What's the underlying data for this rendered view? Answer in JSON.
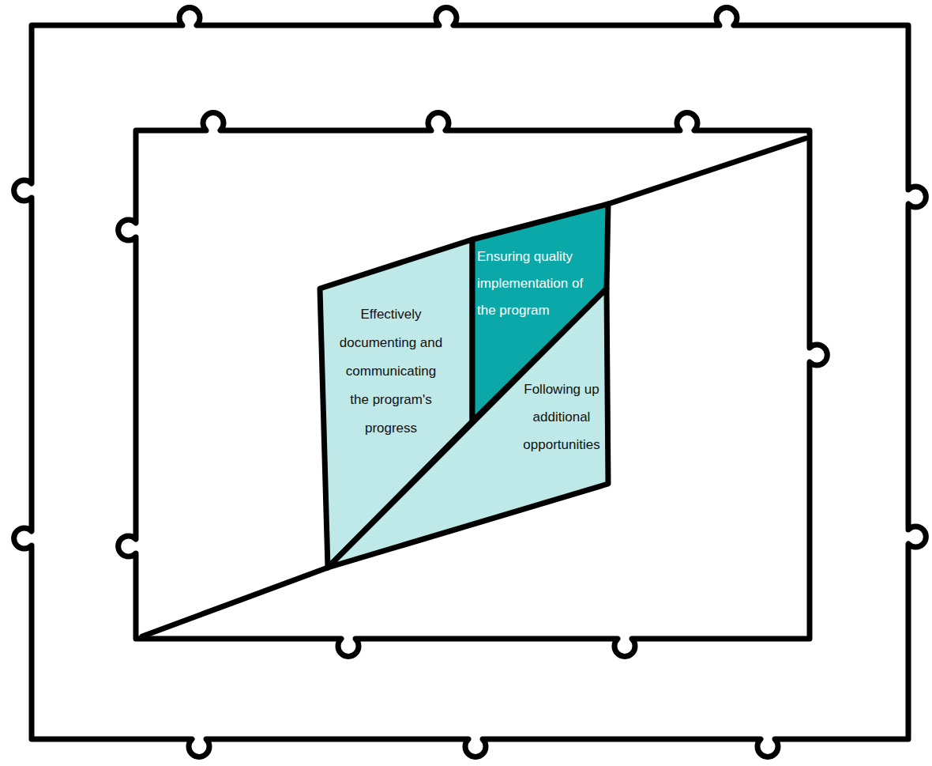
{
  "diagram": {
    "nodes": [
      {
        "text": [
          "Effectively documenting and communicating the program's progress"
        ]
      },
      {
        "text": [
          "Ensuring quality implementation of the program"
        ]
      },
      {
        "text": [
          "Following up additional opportunities"
        ]
      }
    ]
  }
}
